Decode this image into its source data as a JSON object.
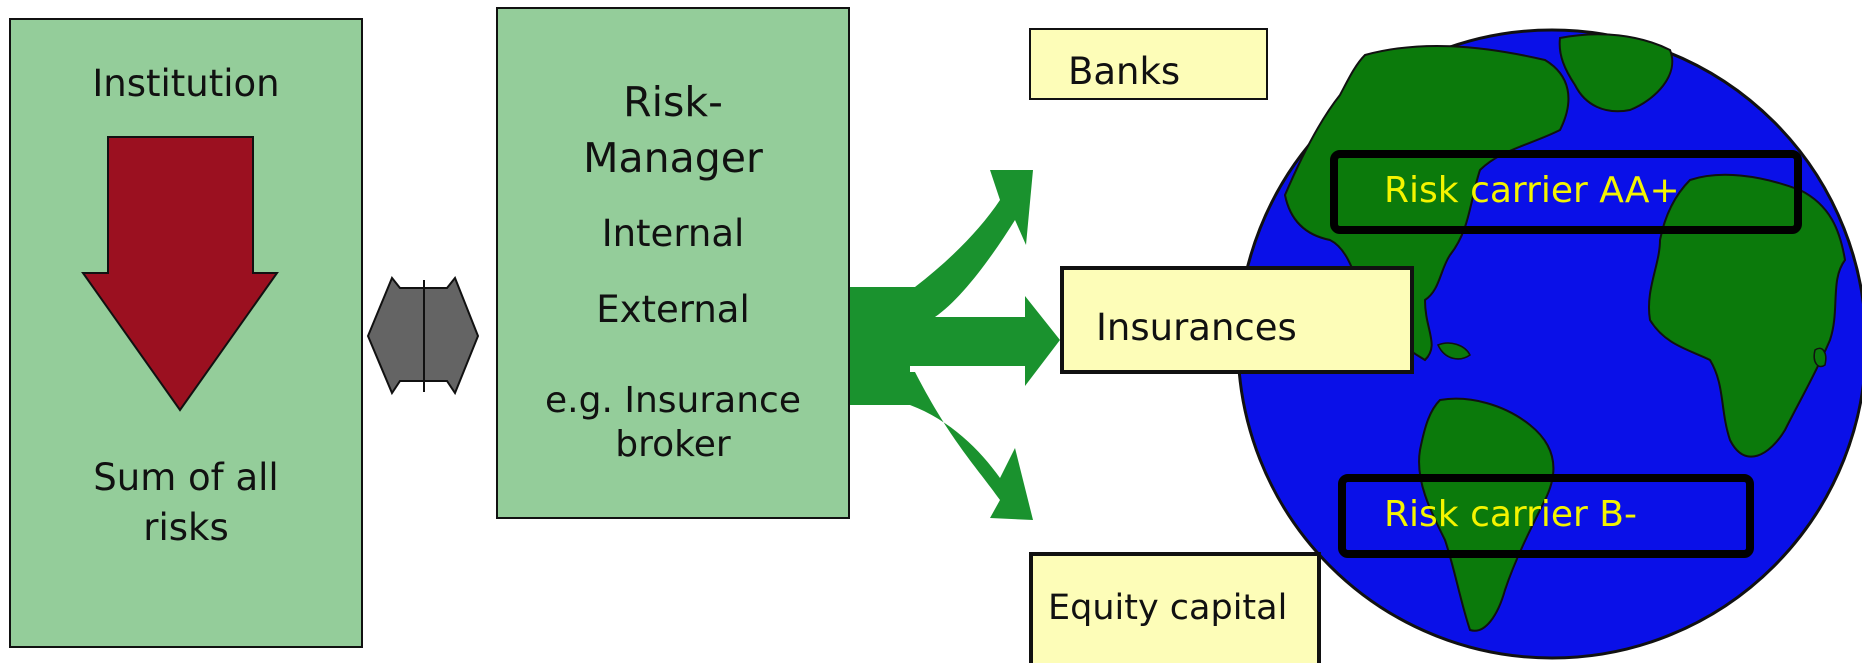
{
  "institution": {
    "title": "Institution",
    "sum_line1": "Sum of all",
    "sum_line2": "risks"
  },
  "risk_manager": {
    "title_line1": "Risk-",
    "title_line2": "Manager",
    "internal": "Internal",
    "external": "External",
    "example_line1": "e.g. Insurance",
    "example_line2": "broker"
  },
  "targets": {
    "banks": "Banks",
    "insurances": "Insurances",
    "equity": "Equity capital"
  },
  "globe": {
    "carrier_top": "Risk carrier AA+",
    "carrier_bottom": "Risk carrier B-"
  },
  "colors": {
    "box_green": "#94cd9a",
    "down_arrow": "#9b1020",
    "double_arrow": "#646464",
    "flow_arrows": "#1a922e",
    "target_boxes": "#fdfdb8",
    "ocean": "#0a10e8",
    "land": "#0b7a0b",
    "carrier_text": "#f4f400"
  },
  "icons": [
    "down-arrow-icon",
    "double-arrow-icon",
    "branch-arrow-icon",
    "globe-icon"
  ]
}
